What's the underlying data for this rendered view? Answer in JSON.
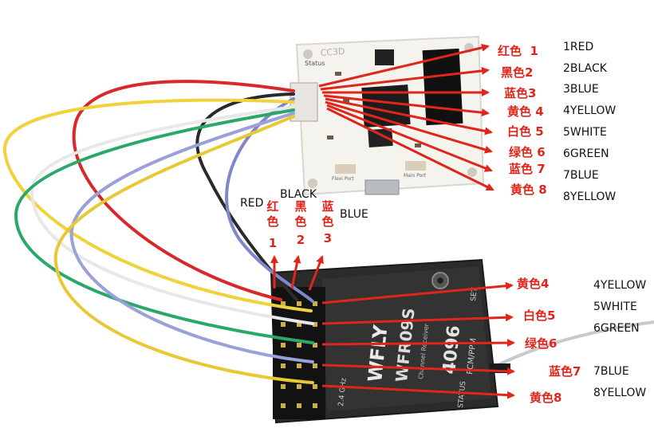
{
  "colors": {
    "annotation_red": "#e0261b",
    "wire_red": "#d8282a",
    "wire_black": "#2a2a2a",
    "wire_blue": "#7f86c9",
    "wire_yellow": "#f0d23c",
    "wire_white": "#e8e8e8",
    "wire_green": "#2aa86a",
    "board_white": "#f4f3ee",
    "receiver_black": "#2b2b2b"
  },
  "board": {
    "silk_status": "Status",
    "silk_logo": "CC3D",
    "silk_flexi": "Flexi Port",
    "silk_main": "Main Port"
  },
  "board_pins": [
    {
      "cn": "红色",
      "num": "1",
      "en": "1RED"
    },
    {
      "cn": "黑色",
      "num": "2",
      "en": "2BLACK"
    },
    {
      "cn": "蓝色",
      "num": "3",
      "en": "3BLUE"
    },
    {
      "cn": "黄色",
      "num": "4",
      "en": "4YELLOW"
    },
    {
      "cn": "白色",
      "num": "5",
      "en": "5WHITE"
    },
    {
      "cn": "绿色",
      "num": "6",
      "en": "6GREEN"
    },
    {
      "cn": "蓝色",
      "num": "7",
      "en": "7BLUE"
    },
    {
      "cn": "黄色",
      "num": "8",
      "en": "8YELLOW"
    }
  ],
  "receiver_top": [
    {
      "en": "RED",
      "cn1": "红",
      "cn2": "色",
      "num": "1"
    },
    {
      "en": "BLACK",
      "cn1": "黑",
      "cn2": "色",
      "num": "2"
    },
    {
      "en": "BLUE",
      "cn1": "蓝",
      "cn2": "色",
      "num": "3"
    }
  ],
  "receiver_side": [
    {
      "cn": "黄色4",
      "en": "4YELLOW"
    },
    {
      "cn": "白色5",
      "en": "5WHITE"
    },
    {
      "cn": "绿色6",
      "en": "6GREEN"
    },
    {
      "cn": "蓝色7",
      "en": "7BLUE"
    },
    {
      "cn": "黄色8",
      "en": "8YELLOW"
    }
  ],
  "receiver": {
    "brand": "WFLY",
    "model": "WFR09S",
    "model_sub": "Channel Receiver",
    "freq": "2.4 GHz",
    "bits": "4096",
    "mode": "PCM/PPM",
    "status": "STATUS",
    "set": "SET"
  }
}
